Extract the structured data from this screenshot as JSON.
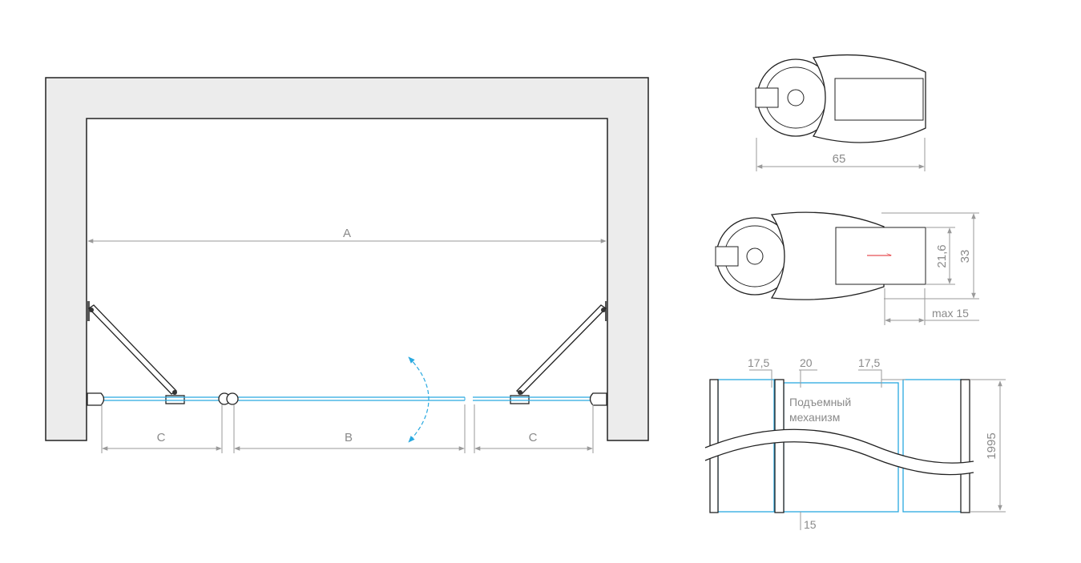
{
  "plan": {
    "dim_a": "A",
    "dim_b": "B",
    "dim_c_left": "C",
    "dim_c_right": "C"
  },
  "profile_closed": {
    "width": "65"
  },
  "profile_open": {
    "inner": "21,6",
    "outer": "33",
    "adjust": "max 15"
  },
  "elevation": {
    "gap_left": "17,5",
    "gap_mid": "20",
    "gap_right": "17,5",
    "bottom_gap": "15",
    "height": "1995",
    "note_line1": "Подъемный",
    "note_line2": "механизм"
  },
  "colors": {
    "glass": "#29a9e0",
    "wall": "#ececec",
    "arrow": "#e0262b",
    "swing": "#29a9e0"
  }
}
